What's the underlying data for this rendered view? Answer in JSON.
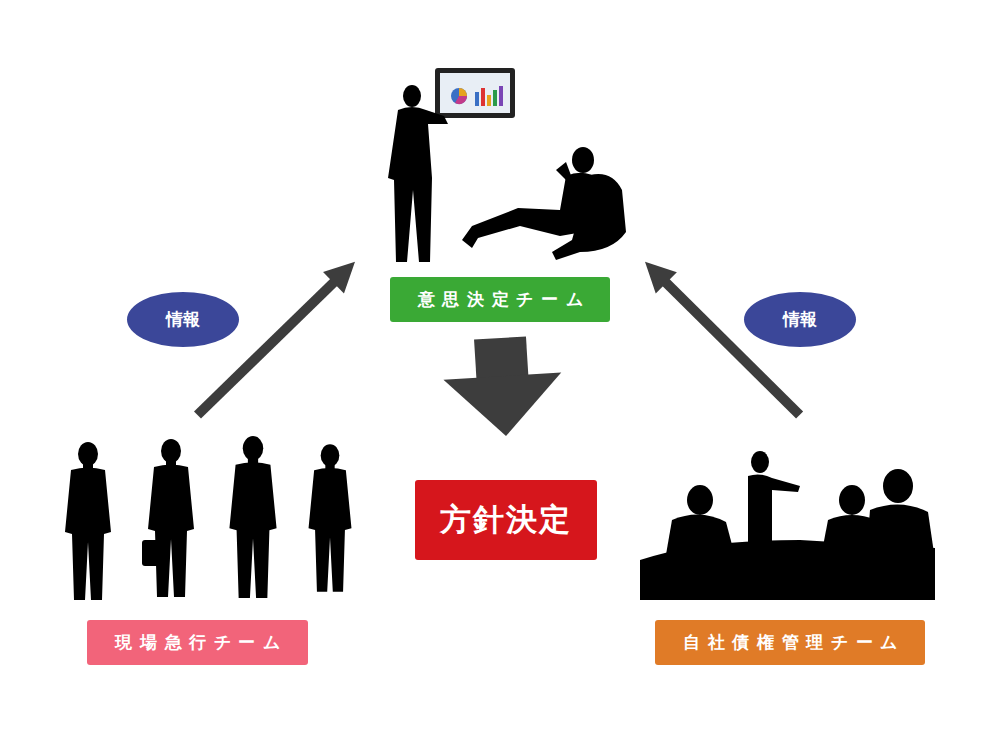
{
  "diagram": {
    "nodes": [
      {
        "text": [
          "意思決定チーム"
        ]
      },
      {
        "text": [
          "情報"
        ]
      },
      {
        "text": [
          "情報"
        ]
      },
      {
        "text": [
          "方針決定"
        ]
      },
      {
        "text": [
          "現場急行チーム"
        ]
      },
      {
        "text": [
          "自社債権管理チーム"
        ]
      }
    ],
    "edges": [
      {
        "from": 4,
        "to": 0,
        "arrow": "to"
      },
      {
        "from": 5,
        "to": 0,
        "arrow": "to"
      },
      {
        "from": 0,
        "to": 3,
        "arrow": "to"
      }
    ]
  }
}
